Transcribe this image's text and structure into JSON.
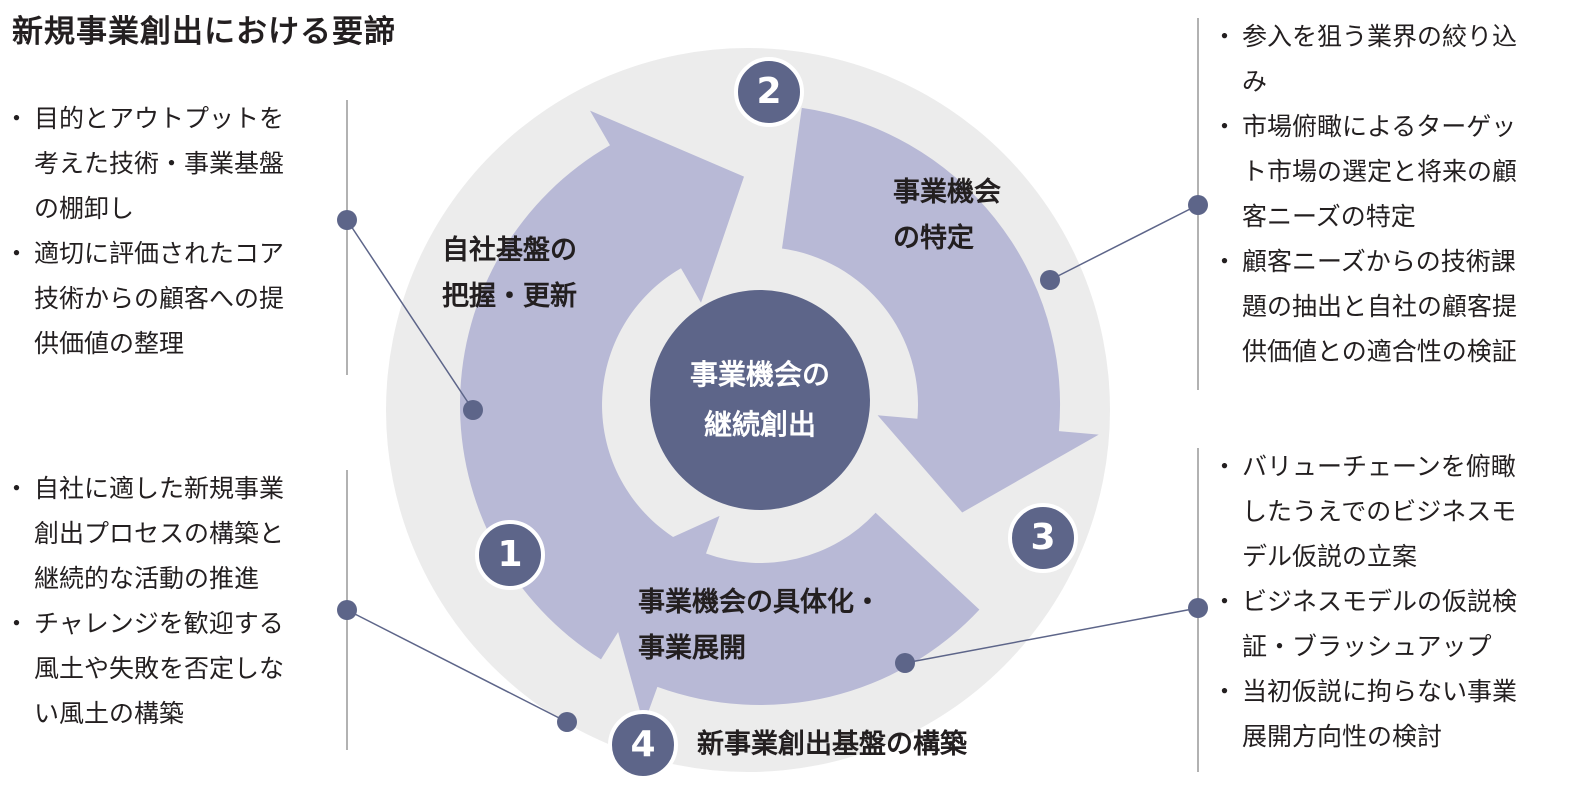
{
  "title": "新規事業創出における要諦",
  "colors": {
    "dark": "#5d6589",
    "arrow": "#b8b9d6",
    "ring": "#ececec",
    "line": "#5d6589"
  },
  "center": {
    "line1": "事業機会の",
    "line2": "継続創出"
  },
  "steps": [
    {
      "num": "1",
      "label": [
        "自社基盤の",
        "把握・更新"
      ]
    },
    {
      "num": "2",
      "label": [
        "事業機会",
        "の特定"
      ]
    },
    {
      "num": "3",
      "label": [
        "事業機会の具体化・",
        "事業展開"
      ]
    },
    {
      "num": "4",
      "label": [
        "新事業創出基盤の構築"
      ]
    }
  ],
  "notes": {
    "step1": [
      [
        "目的とアウトプットを",
        "考えた技術・事業基盤",
        "の棚卸し"
      ],
      [
        "適切に評価されたコア",
        "技術からの顧客への提",
        "供価値の整理"
      ]
    ],
    "step4": [
      [
        "自社に適した新規事業",
        "創出プロセスの構築と",
        "継続的な活動の推進"
      ],
      [
        "チャレンジを歓迎する",
        "風土や失敗を否定しな",
        "い風土の構築"
      ]
    ],
    "step2": [
      [
        "参入を狙う業界の絞り込",
        "み"
      ],
      [
        "市場俯瞰によるターゲッ",
        "ト市場の選定と将来の顧",
        "客ニーズの特定"
      ],
      [
        "顧客ニーズからの技術課",
        "題の抽出と自社の顧客提",
        "供価値との適合性の検証"
      ]
    ],
    "step3": [
      [
        "バリューチェーンを俯瞰",
        "したうえでのビジネスモ",
        "デル仮説の立案"
      ],
      [
        "ビジネスモデルの仮説検",
        "証・ブラッシュアップ"
      ],
      [
        "当初仮説に拘らない事業",
        "展開方向性の検討"
      ]
    ]
  }
}
